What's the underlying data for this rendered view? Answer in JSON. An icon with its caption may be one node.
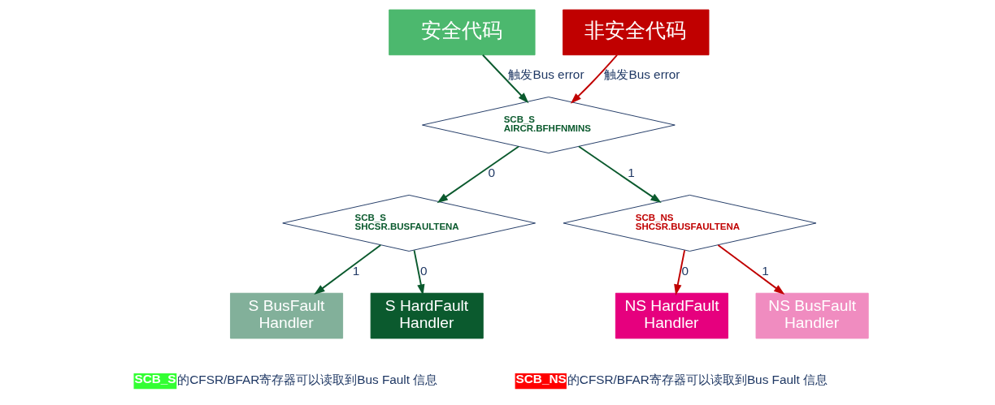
{
  "diagram": {
    "nodes": [
      {
        "text": [
          "安全代码"
        ]
      },
      {
        "text": [
          "非安全代码"
        ]
      },
      {
        "text": [
          "SCB_S",
          "AIRCR.BFHFNMINS"
        ]
      },
      {
        "text": [
          "SCB_S",
          "SHCSR.BUSFAULTENA"
        ]
      },
      {
        "text": [
          "SCB_NS",
          "SHCSR.BUSFAULTENA"
        ]
      },
      {
        "text": [
          "S BusFault Handler"
        ]
      },
      {
        "text": [
          "S HardFault Handler"
        ]
      },
      {
        "text": [
          "NS HardFault Handler"
        ]
      },
      {
        "text": [
          "NS BusFault Handler"
        ]
      }
    ],
    "edges": [
      {
        "from": 0,
        "to": 2,
        "arrow": "to",
        "label": "触发Bus error"
      },
      {
        "from": 1,
        "to": 2,
        "arrow": "to",
        "label": "触发Bus error",
        "color": "#c00000"
      },
      {
        "from": 2,
        "to": 3,
        "arrow": "to",
        "label": "0"
      },
      {
        "from": 2,
        "to": 4,
        "arrow": "to",
        "label": "1"
      },
      {
        "from": 3,
        "to": 5,
        "arrow": "to",
        "label": "1"
      },
      {
        "from": 3,
        "to": 6,
        "arrow": "to",
        "label": "0"
      },
      {
        "from": 4,
        "to": 7,
        "arrow": "to",
        "label": "0",
        "color": "#c00000"
      },
      {
        "from": 4,
        "to": 8,
        "arrow": "to",
        "label": "1",
        "color": "#c00000"
      }
    ],
    "labels": [
      "**SCB_S**的CFSR/BFAR寄存器可以读取到Bus Fault 信息",
      "**SCB_NS**的CFSR/BFAR寄存器可以读取到Bus Fault 信息"
    ]
  }
}
